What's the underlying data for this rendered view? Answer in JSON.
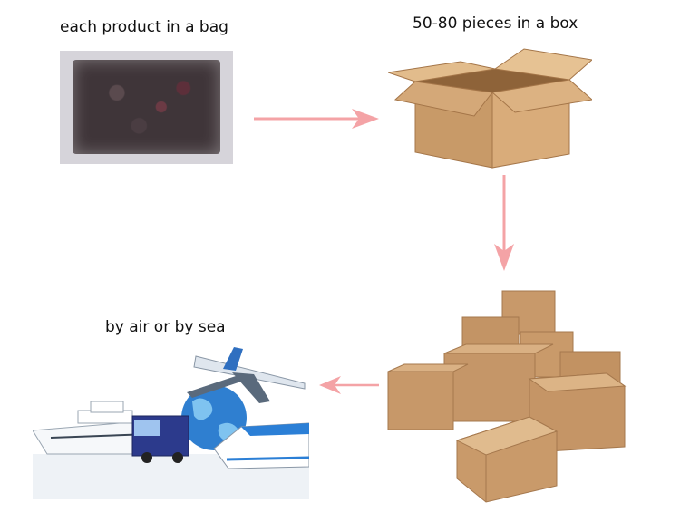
{
  "steps": [
    {
      "caption": "each product in a bag"
    },
    {
      "caption": "50-80 pieces in a box"
    },
    {
      "caption": "by air or by sea"
    }
  ],
  "colors": {
    "arrow": "#f4a3a6",
    "cardboard": "#c99a6a",
    "globe": "#2f7fd0"
  },
  "icons": [
    "bag-photo",
    "open-box-icon",
    "box-stack-icon",
    "airplane-icon",
    "ship-icon",
    "truck-icon",
    "train-icon",
    "globe-icon"
  ]
}
